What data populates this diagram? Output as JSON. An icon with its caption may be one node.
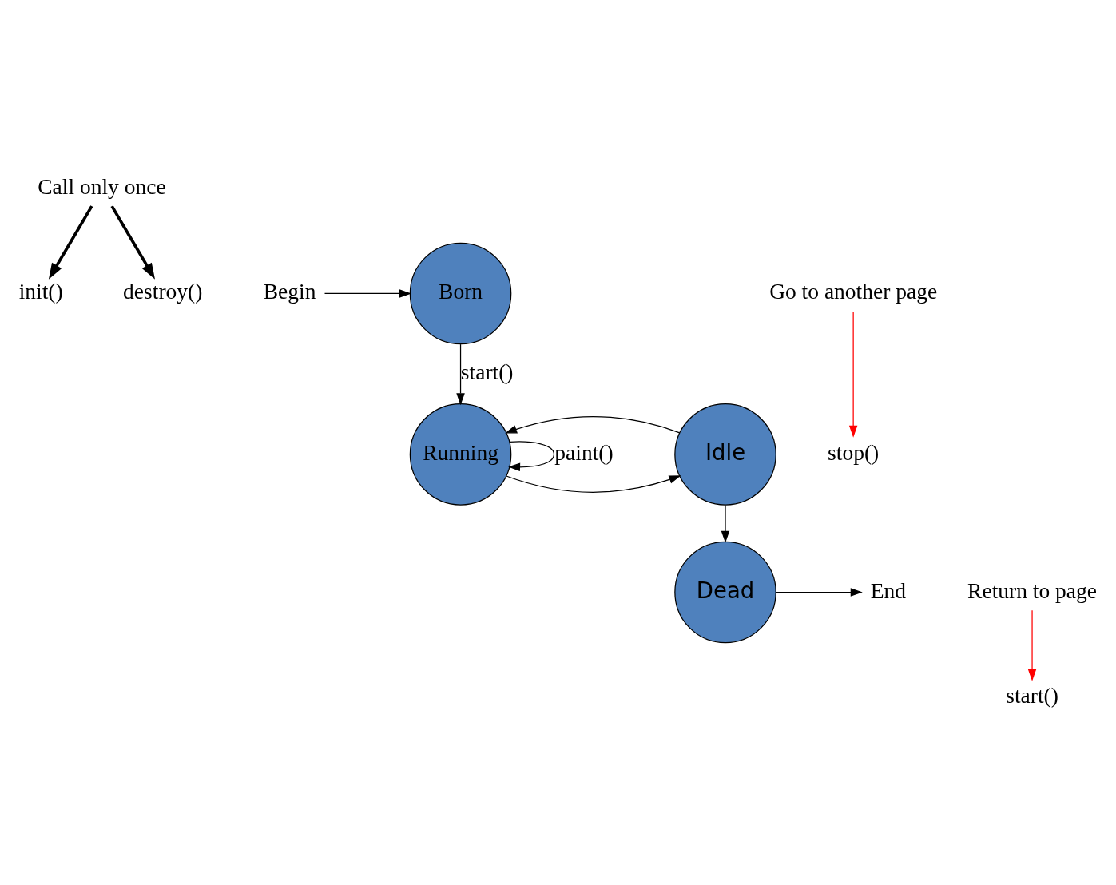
{
  "diagram": {
    "nodes": [
      {
        "text": [
          "Call only once"
        ]
      },
      {
        "text": [
          "init()"
        ]
      },
      {
        "text": [
          "destroy()"
        ]
      },
      {
        "text": [
          "Begin"
        ]
      },
      {
        "text": [
          "Born"
        ]
      },
      {
        "text": [
          "Go to another page"
        ]
      },
      {
        "text": [
          "stop()"
        ]
      },
      {
        "text": [
          "Running"
        ]
      },
      {
        "text": [
          "Idle"
        ]
      },
      {
        "text": [
          "start()"
        ]
      },
      {
        "text": [
          "Return to page"
        ]
      },
      {
        "text": [
          "Dead"
        ]
      },
      {
        "text": [
          "End"
        ]
      }
    ],
    "edges": [
      {
        "from": 0,
        "to": 1,
        "arrow": "to",
        "style": "thick"
      },
      {
        "from": 0,
        "to": 2,
        "arrow": "to",
        "style": "thick"
      },
      {
        "from": 3,
        "to": 4,
        "arrow": "to"
      },
      {
        "from": 5,
        "to": 6,
        "arrow": "to",
        "color": "#ff0000"
      },
      {
        "from": 4,
        "to": 7,
        "arrow": "to",
        "label": "start()"
      },
      {
        "from": 7,
        "to": 7,
        "arrow": "to",
        "label": "paint()"
      },
      {
        "from": 7,
        "to": 8,
        "arrow": "to"
      },
      {
        "from": 8,
        "to": 7,
        "arrow": "to"
      },
      {
        "from": 10,
        "to": 9,
        "arrow": "to",
        "color": "#ff0000"
      },
      {
        "from": 8,
        "to": 11,
        "arrow": "to"
      },
      {
        "from": 11,
        "to": 12,
        "arrow": "to"
      }
    ]
  }
}
